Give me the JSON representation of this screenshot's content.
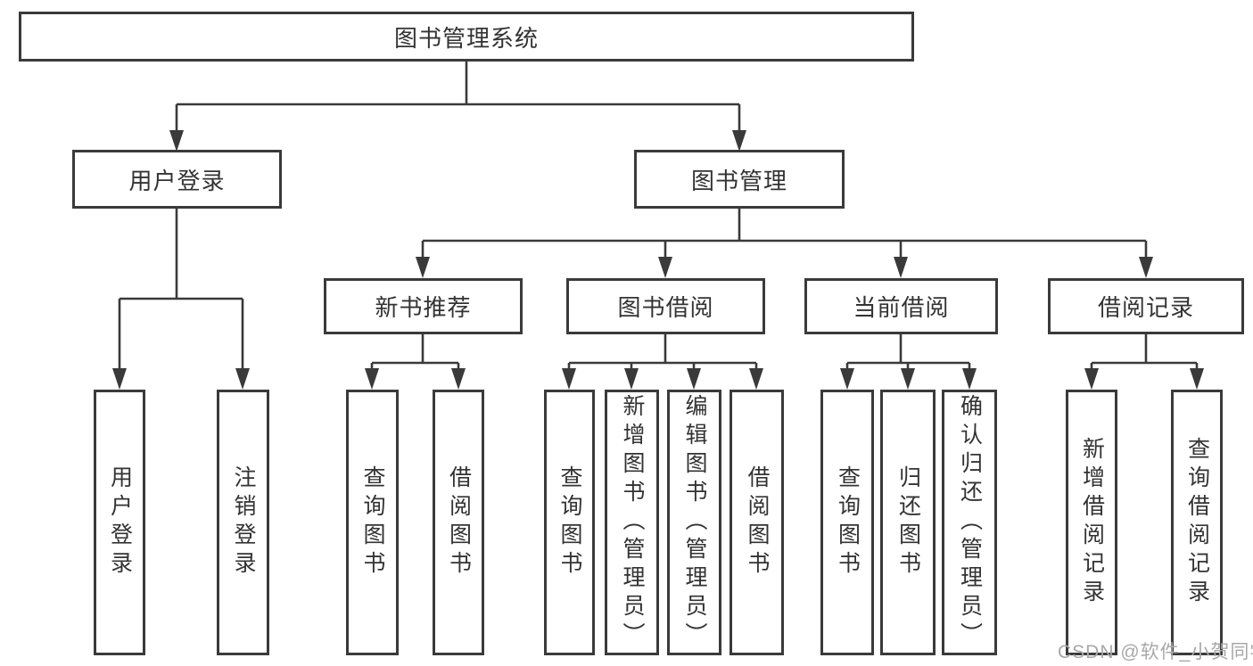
{
  "colors": {
    "line": "#3a3a3a",
    "box_border": "#3a3a3a",
    "text": "#333333",
    "watermark": "#a8a8a8",
    "background": "#ffffff"
  },
  "watermark": {
    "text": "CSDN @软件_小贺同学"
  },
  "tree": {
    "label": "图书管理系统",
    "children": [
      {
        "label": "用户登录",
        "children": [
          {
            "label": "用户登录"
          },
          {
            "label": "注销登录"
          }
        ]
      },
      {
        "label": "图书管理",
        "children": [
          {
            "label": "新书推荐",
            "children": [
              {
                "label": "查询图书"
              },
              {
                "label": "借阅图书"
              }
            ]
          },
          {
            "label": "图书借阅",
            "children": [
              {
                "label": "查询图书"
              },
              {
                "label": "新增图书（管理员）"
              },
              {
                "label": "编辑图书（管理员）"
              },
              {
                "label": "借阅图书"
              }
            ]
          },
          {
            "label": "当前借阅",
            "children": [
              {
                "label": "查询图书"
              },
              {
                "label": "归还图书"
              },
              {
                "label": "确认归还（管理员）"
              }
            ]
          },
          {
            "label": "借阅记录",
            "children": [
              {
                "label": "新增借阅记录"
              },
              {
                "label": "查询借阅记录"
              }
            ]
          }
        ]
      }
    ]
  }
}
